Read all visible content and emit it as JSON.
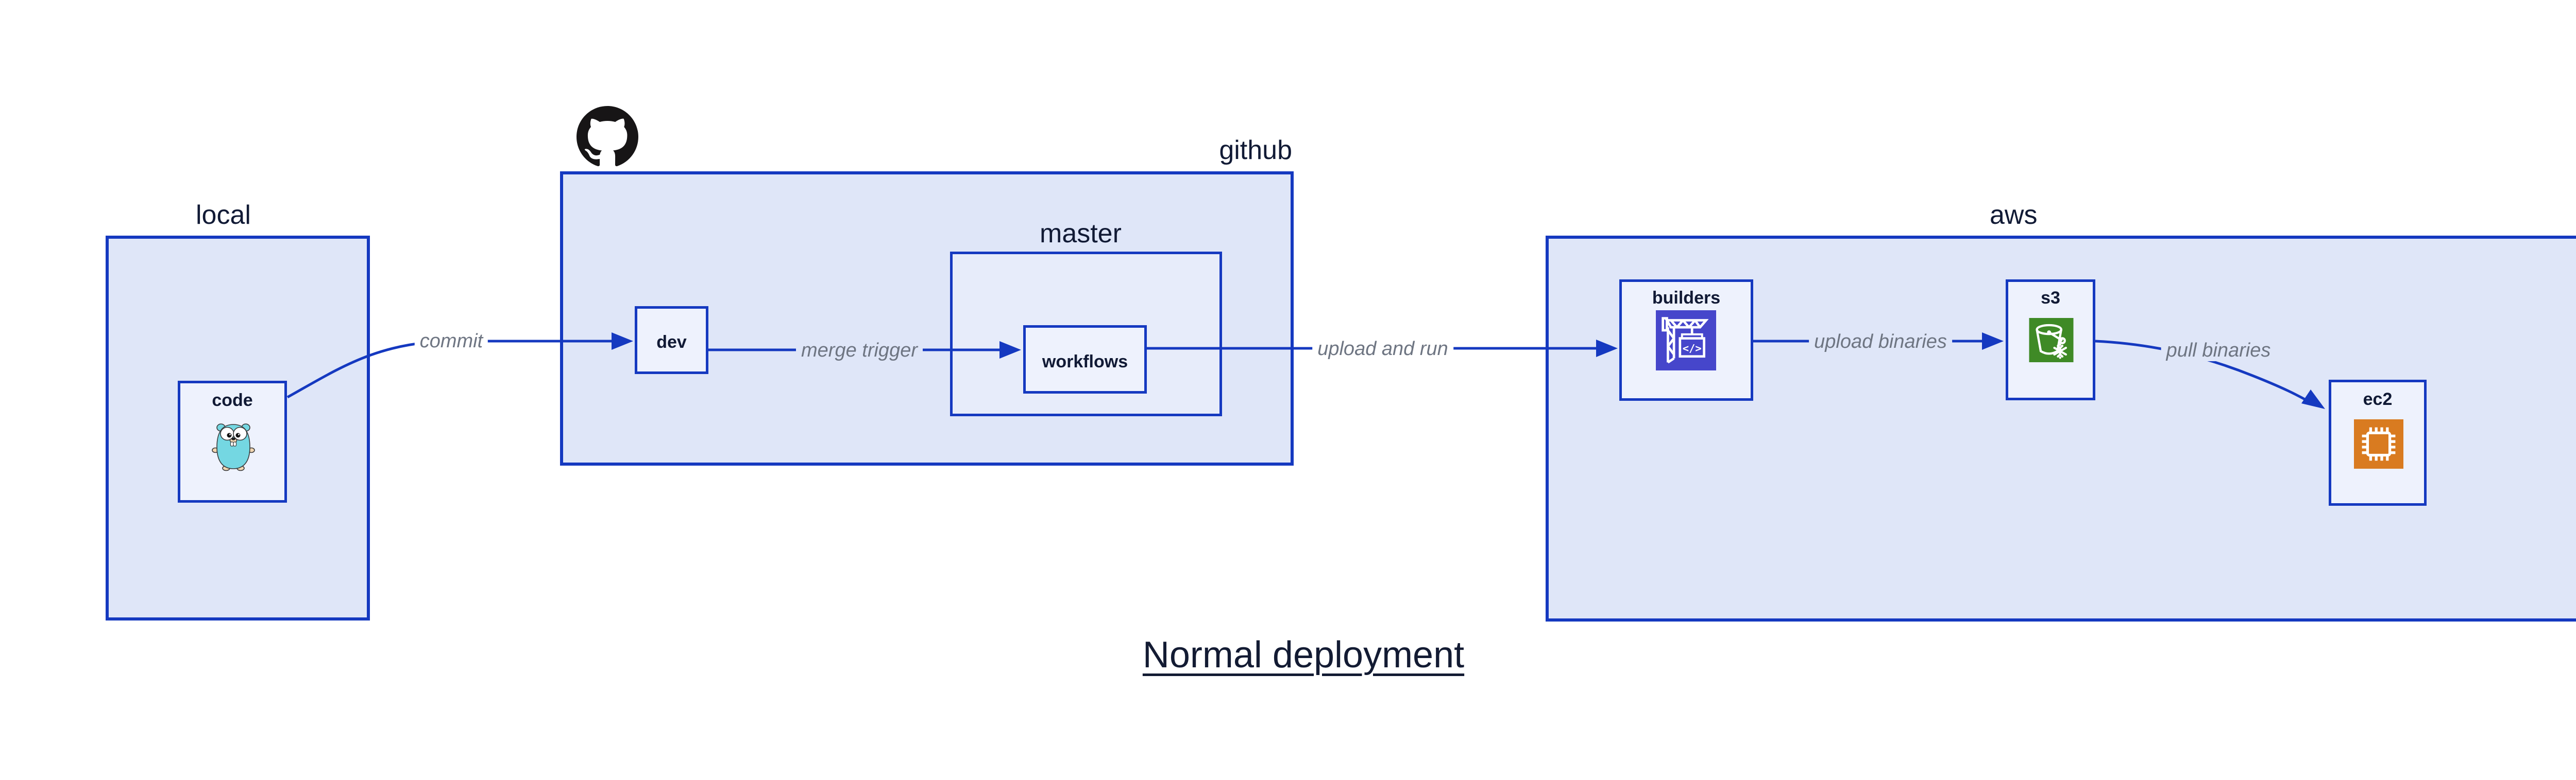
{
  "title": {
    "text": "Normal deployment"
  },
  "regions": {
    "local": {
      "label": "local"
    },
    "github": {
      "label": "github"
    },
    "master": {
      "label": "master"
    },
    "aws": {
      "label": "aws"
    }
  },
  "nodes": {
    "code": {
      "label": "code",
      "icon": "go-gopher-icon"
    },
    "dev": {
      "label": "dev"
    },
    "workflows": {
      "label": "workflows"
    },
    "builders": {
      "label": "builders",
      "icon": "aws-codebuild-crane-icon"
    },
    "s3": {
      "label": "s3",
      "icon": "aws-s3-bucket-icon"
    },
    "ec2": {
      "label": "ec2",
      "icon": "aws-ec2-chip-icon"
    }
  },
  "edges": {
    "commit": {
      "label": "commit",
      "from": "code",
      "to": "dev"
    },
    "merge_trigger": {
      "label": "merge trigger",
      "from": "dev",
      "to": "workflows"
    },
    "upload_and_run": {
      "label": "upload and run",
      "from": "workflows",
      "to": "builders"
    },
    "upload_binaries": {
      "label": "upload binaries",
      "from": "builders",
      "to": "s3"
    },
    "pull_binaries": {
      "label": "pull binaries",
      "from": "s3",
      "to": "ec2"
    }
  },
  "icons": {
    "github_logo": "github-octocat-logo"
  },
  "colors": {
    "edge_and_border_blue": "#1539c0",
    "region_fill": "#dfe6f8",
    "master_fill": "#e7ecfa",
    "node_fill": "#eef2fd",
    "label_navy": "#111a35",
    "edge_label_gray": "#6e7582",
    "github_black": "#171516",
    "gopher_teal": "#74d7e2",
    "builders_indigo": "#4646cb",
    "s3_green": "#3f8a26",
    "ec2_orange": "#d97b20"
  }
}
